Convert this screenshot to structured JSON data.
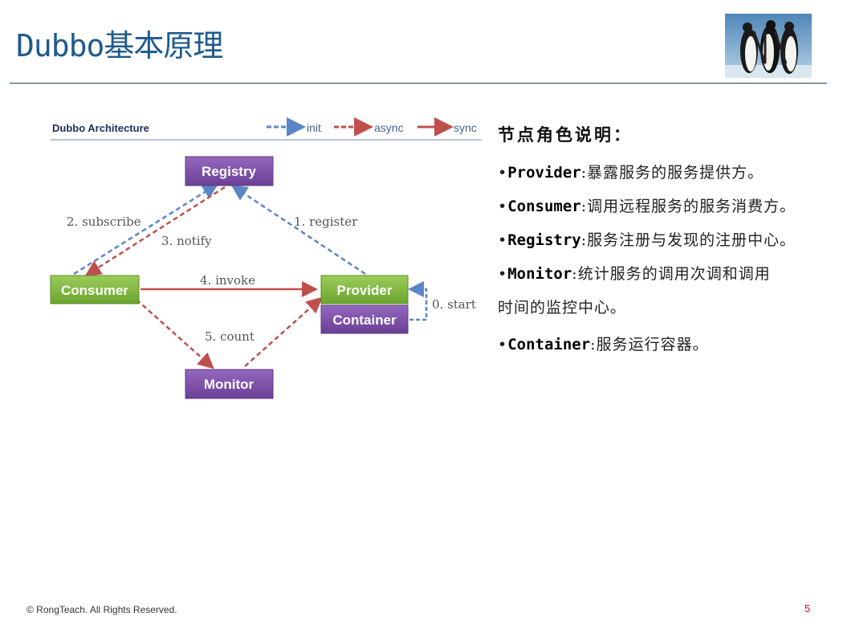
{
  "slide": {
    "title": "Dubbo基本原理",
    "footer": "© RongTeach. All Rights Reserved.",
    "page_number": "5"
  },
  "diagram": {
    "title": "Dubbo Architecture",
    "legend": [
      "init",
      "async",
      "sync"
    ],
    "nodes": {
      "registry": "Registry",
      "consumer": "Consumer",
      "provider": "Provider",
      "container": "Container",
      "monitor": "Monitor"
    },
    "edges": {
      "start": "0. start",
      "register": "1. register",
      "subscribe": "2. subscribe",
      "notify": "3. notify",
      "invoke": "4. invoke",
      "count": "5. count"
    },
    "colors": {
      "init": "#5b86c5",
      "async": "#c0504d",
      "sync": "#c0504d",
      "green": "#7fb83f",
      "purple": "#7b4fa3"
    }
  },
  "description": {
    "heading": "节点角色说明：",
    "items": [
      {
        "term": "Provider",
        "text": "暴露服务的服务提供方。"
      },
      {
        "term": "Consumer",
        "text": "调用远程服务的服务消费方。"
      },
      {
        "term": "Registry",
        "text": "服务注册与发现的注册中心。"
      },
      {
        "term": "Monitor",
        "text": "统计服务的调用次调和调用",
        "continuation": "时间的监控中心。"
      },
      {
        "term": "Container",
        "text": "服务运行容器。"
      }
    ]
  }
}
